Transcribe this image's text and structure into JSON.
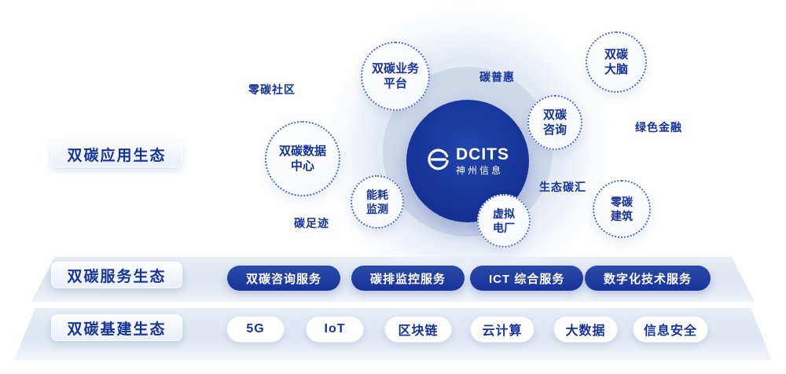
{
  "categories": [
    {
      "label": "双碳应用生态"
    },
    {
      "label": "双碳服务生态"
    },
    {
      "label": "双碳基建生态"
    }
  ],
  "center_logo": {
    "icon": "dcits-swirl-icon",
    "name": "DCITS",
    "subname": "神州信息"
  },
  "bubbles": [
    {
      "label": "双碳业务\n平台"
    },
    {
      "label": "双碳\n大脑"
    },
    {
      "label": "双碳\n咨询"
    },
    {
      "label": "双碳数据\n中心"
    },
    {
      "label": "能耗\n监测"
    },
    {
      "label": "虚拟\n电厂"
    },
    {
      "label": "零碳\n建筑"
    }
  ],
  "keywords": [
    {
      "label": "零碳社区"
    },
    {
      "label": "碳普惠"
    },
    {
      "label": "绿色金融"
    },
    {
      "label": "生态碳汇"
    },
    {
      "label": "碳足迹"
    }
  ],
  "services": [
    {
      "label": "双碳咨询服务"
    },
    {
      "label": "碳排监控服务"
    },
    {
      "label": "ICT 综合服务"
    },
    {
      "label": "数字化技术服务"
    }
  ],
  "infrastructure": [
    {
      "label": "5G"
    },
    {
      "label": "IoT"
    },
    {
      "label": "区块链"
    },
    {
      "label": "云计算"
    },
    {
      "label": "大数据"
    },
    {
      "label": "信息安全"
    }
  ],
  "colors": {
    "navy": "#16329b",
    "band": "#dde5f1"
  }
}
